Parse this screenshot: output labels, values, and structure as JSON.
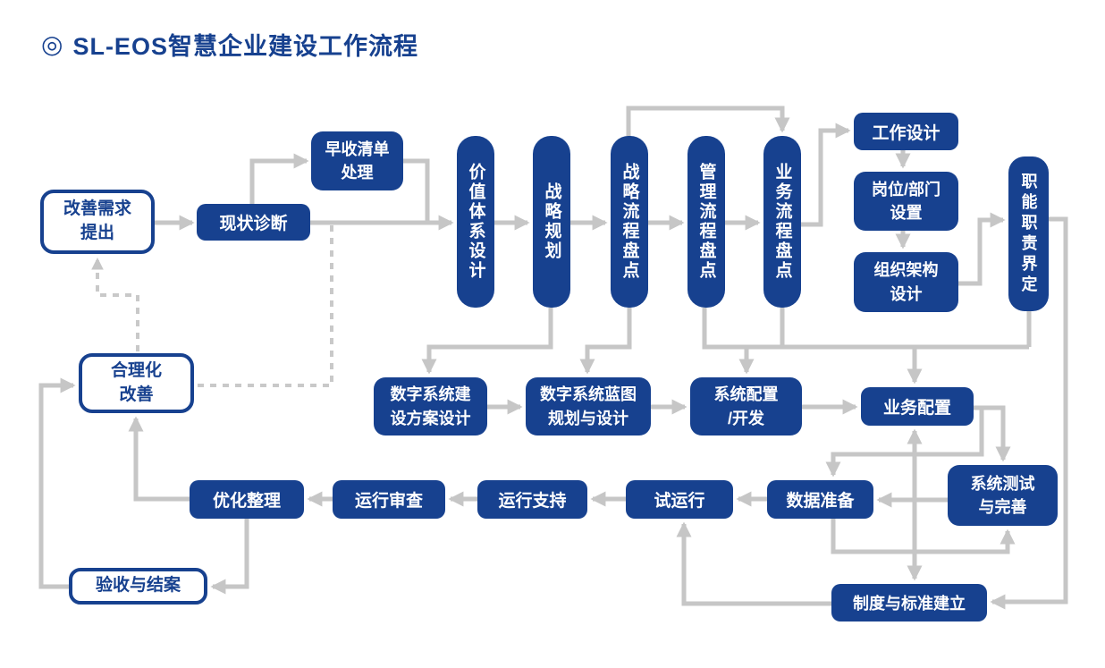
{
  "title": {
    "icon": "◎",
    "text": "SL-EOS智慧企业建设工作流程"
  },
  "colors": {
    "navy": "#17418f",
    "line_gray": "#c6c6c6",
    "background": "#ffffff"
  },
  "nodes": {
    "improvement_demand": {
      "label": "改善需求\n提出"
    },
    "status_diagnosis": {
      "label": "现状诊断"
    },
    "early_win_list": {
      "label": "早收清单\n处理"
    },
    "value_system_design": {
      "label": "价值体系设计"
    },
    "strategy_planning": {
      "label": "战略规划"
    },
    "strategy_process_inventory": {
      "label": "战略流程盘点"
    },
    "management_process_inventory": {
      "label": "管理流程盘点"
    },
    "business_process_inventory": {
      "label": "业务流程盘点"
    },
    "work_design": {
      "label": "工作设计"
    },
    "position_department_setup": {
      "label": "岗位/部门\n设置"
    },
    "org_structure_design": {
      "label": "组织架构\n设计"
    },
    "function_responsibility": {
      "label": "职能职责界定"
    },
    "digital_system_construction_plan": {
      "label": "数字系统建\n设方案设计"
    },
    "digital_system_blueprint": {
      "label": "数字系统蓝图\n规划与设计"
    },
    "system_config_dev": {
      "label": "系统配置\n/开发"
    },
    "business_config": {
      "label": "业务配置"
    },
    "optimization": {
      "label": "优化整理"
    },
    "operation_review": {
      "label": "运行审查"
    },
    "operation_support": {
      "label": "运行支持"
    },
    "trial_run": {
      "label": "试运行"
    },
    "data_preparation": {
      "label": "数据准备"
    },
    "system_test_improve": {
      "label": "系统测试\n与完善"
    },
    "standard_establishment": {
      "label": "制度与标准建立"
    },
    "acceptance_closure": {
      "label": "验收与结案"
    },
    "rationalization_improvement": {
      "label": "合理化\n改善"
    }
  },
  "edges": [
    {
      "from": "改善需求提出",
      "to": "现状诊断",
      "style": "solid"
    },
    {
      "from": "现状诊断",
      "to": "早收清单处理",
      "style": "solid"
    },
    {
      "from": "现状诊断",
      "to": "价值体系设计",
      "style": "solid"
    },
    {
      "from": "早收清单处理",
      "to": "价值体系设计",
      "style": "solid"
    },
    {
      "from": "价值体系设计",
      "to": "战略规划",
      "style": "solid"
    },
    {
      "from": "战略规划",
      "to": "战略流程盘点",
      "style": "solid"
    },
    {
      "from": "战略流程盘点",
      "to": "管理流程盘点",
      "style": "solid"
    },
    {
      "from": "管理流程盘点",
      "to": "业务流程盘点",
      "style": "solid"
    },
    {
      "from": "战略流程盘点",
      "to": "业务流程盘点",
      "style": "solid"
    },
    {
      "from": "业务流程盘点",
      "to": "工作设计",
      "style": "solid"
    },
    {
      "from": "工作设计",
      "to": "岗位/部门设置",
      "style": "solid"
    },
    {
      "from": "岗位/部门设置",
      "to": "组织架构设计",
      "style": "solid"
    },
    {
      "from": "组织架构设计",
      "to": "职能职责界定",
      "style": "solid"
    },
    {
      "from": "职能职责界定",
      "to": "业务配置",
      "style": "solid"
    },
    {
      "from": "职能职责界定",
      "to": "制度与标准建立",
      "style": "solid"
    },
    {
      "from": "战略规划",
      "to": "数字系统建设方案设计",
      "style": "solid"
    },
    {
      "from": "战略流程盘点",
      "to": "数字系统蓝图规划与设计",
      "style": "solid"
    },
    {
      "from": "管理流程盘点",
      "to": "系统配置/开发",
      "style": "solid"
    },
    {
      "from": "业务流程盘点",
      "to": "系统配置/开发",
      "style": "solid"
    },
    {
      "from": "数字系统建设方案设计",
      "to": "数字系统蓝图规划与设计",
      "style": "solid"
    },
    {
      "from": "数字系统蓝图规划与设计",
      "to": "系统配置/开发",
      "style": "solid"
    },
    {
      "from": "系统配置/开发",
      "to": "业务配置",
      "style": "solid"
    },
    {
      "from": "业务配置",
      "to": "系统测试与完善",
      "style": "solid"
    },
    {
      "from": "业务配置",
      "to": "数据准备",
      "style": "solid"
    },
    {
      "from": "系统测试与完善",
      "to": "数据准备",
      "style": "solid"
    },
    {
      "from": "数据准备",
      "to": "系统测试与完善",
      "style": "solid"
    },
    {
      "from": "数据准备",
      "to": "试运行",
      "style": "solid"
    },
    {
      "from": "试运行",
      "to": "运行支持",
      "style": "solid"
    },
    {
      "from": "运行支持",
      "to": "运行审查",
      "style": "solid"
    },
    {
      "from": "运行审查",
      "to": "优化整理",
      "style": "solid"
    },
    {
      "from": "优化整理",
      "to": "合理化改善",
      "style": "solid"
    },
    {
      "from": "优化整理",
      "to": "验收与结案",
      "style": "solid"
    },
    {
      "from": "验收与结案",
      "to": "合理化改善",
      "style": "solid"
    },
    {
      "from": "业务配置",
      "to": "制度与标准建立",
      "style": "solid",
      "bidirectional": true
    },
    {
      "from": "制度与标准建立",
      "to": "试运行",
      "style": "solid"
    },
    {
      "from": "现状诊断",
      "to": "合理化改善",
      "style": "dashed"
    },
    {
      "from": "合理化改善",
      "to": "改善需求提出",
      "style": "dashed"
    }
  ]
}
